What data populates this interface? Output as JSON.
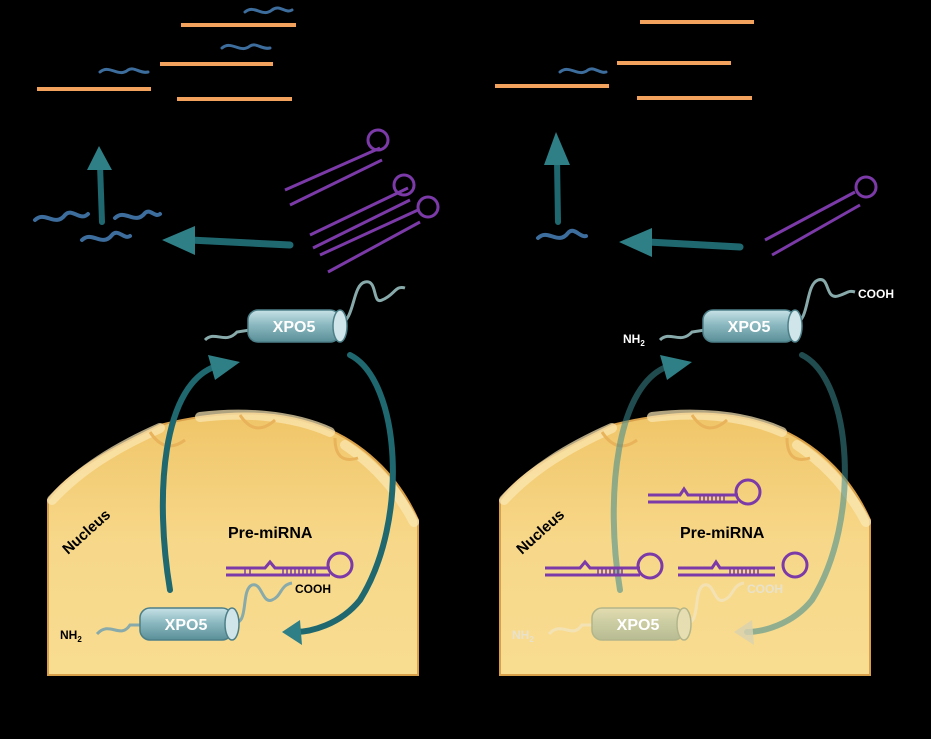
{
  "labels": {
    "left_nucleus": "Nucleus",
    "right_nucleus": "Nucleus",
    "left_premirna": "Pre-miRNA",
    "right_premirna": "Pre-miRNA",
    "xpo5_left_top": "XPO5",
    "xpo5_left_bottom": "XPO5",
    "xpo5_right_top": "XPO5",
    "xpo5_right_bottom": "XPO5",
    "nh2": "NH",
    "nh2_sub": "2",
    "cooh": "COOH"
  },
  "colors": {
    "background": "#000000",
    "nucleus_fill": "#f6d77a",
    "nucleus_edge": "#e3a948",
    "teal_arrow": "#2f7f86",
    "mrna_orange": "#f2a25c",
    "mirna_blue": "#3d6d9c",
    "premirna_purple": "#7b3aa8",
    "xpo5_body": "#8fbcc4"
  }
}
